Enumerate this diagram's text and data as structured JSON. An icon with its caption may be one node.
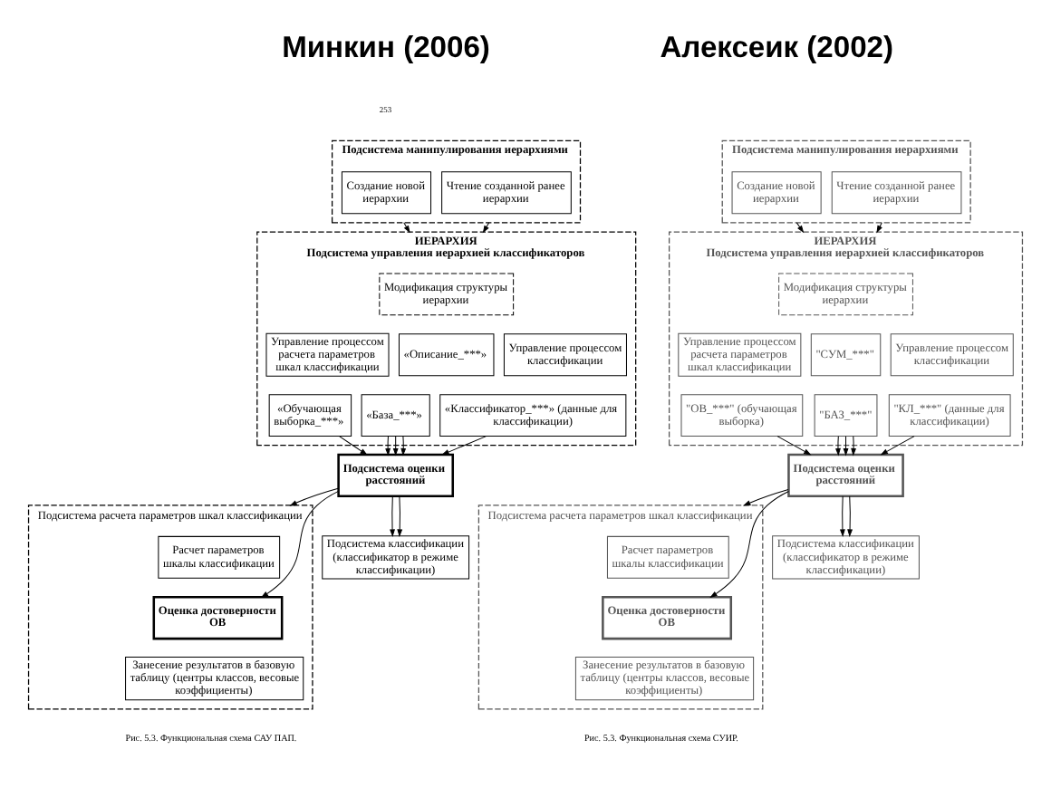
{
  "diagram": {
    "nodes": [
      {
        "text": [
          "Подсистема манипулирования иерархиями"
        ]
      },
      {
        "text": [
          "Создание новой иерархии"
        ],
        "in": 0
      },
      {
        "text": [
          "Чтение созданной ранее иерархии"
        ],
        "in": 0
      },
      {
        "text": [
          "ИЕРАРХИЯ",
          "Подсистема управления иерархией классификаторов"
        ]
      },
      {
        "text": [
          "Модификация структуры иерархии"
        ],
        "in": 3
      },
      {
        "text": [
          "Управление процессом расчета параметров шкал классификации"
        ],
        "in": 3
      },
      {
        "text": [
          "«Описание_***»"
        ],
        "in": 3
      },
      {
        "text": [
          "Управление процессом классификации"
        ],
        "in": 3
      },
      {
        "text": [
          "«База_***»"
        ],
        "in": 3
      },
      {
        "text": [
          "«Обучающая выборка_***»"
        ],
        "in": 3
      },
      {
        "text": [
          "«Классификатор_***» (данные для классификации)"
        ],
        "in": 3
      },
      {
        "text": [
          "Подсистема оценки расстояний"
        ]
      },
      {
        "text": [
          "Подсистема расчета параметров шкал классификации"
        ]
      },
      {
        "text": [
          "Расчет параметров шкалы классификации"
        ],
        "in": 12
      },
      {
        "text": [
          "Оценка достоверности ОВ"
        ],
        "in": 12
      },
      {
        "text": [
          "Занесение результатов в базовую таблицу (центры классов, весовые коэффициенты)"
        ],
        "in": 12
      },
      {
        "text": [
          "Подсистема классификации (классификатор в режиме классификации)"
        ]
      },
      {
        "text": [
          "Подсистема манипулирования иерархиями"
        ]
      },
      {
        "text": [
          "Создание новой иерархии"
        ],
        "in": 17
      },
      {
        "text": [
          "Чтение созданной ранее иерархии"
        ],
        "in": 17
      },
      {
        "text": [
          "ИЕРАРХИЯ",
          "Подсистема управления иерархией классификаторов"
        ]
      },
      {
        "text": [
          "Модификация структуры иерархии"
        ],
        "in": 20
      },
      {
        "text": [
          "Управление процессом расчета параметров шкал классификации"
        ],
        "in": 20
      },
      {
        "text": [
          "\"СУМ_***\""
        ],
        "in": 20
      },
      {
        "text": [
          "Управление процессом классификации"
        ],
        "in": 20
      },
      {
        "text": [
          "\"БАЗ_***\""
        ],
        "in": 20
      },
      {
        "text": [
          "\"ОВ_***\" (обучающая выборка)"
        ],
        "in": 20
      },
      {
        "text": [
          "\"КЛ_***\" (данные для классификации)"
        ],
        "in": 20
      },
      {
        "text": [
          "Подсистема оценки расстояний"
        ]
      },
      {
        "text": [
          "Подсистема расчета параметров шкал классификации"
        ]
      },
      {
        "text": [
          "Расчет параметров шкалы классификации"
        ],
        "in": 29
      },
      {
        "text": [
          "Оценка достоверности ОВ"
        ],
        "in": 29
      },
      {
        "text": [
          "Занесение результатов в базовую таблицу (центры классов, весовые коэффициенты)"
        ],
        "in": 29
      },
      {
        "text": [
          "Подсистема классификации (классификатор в режиме классификации)"
        ]
      }
    ],
    "edges": [
      {
        "from": 0,
        "to": 3,
        "arrow": "to"
      },
      {
        "from": 0,
        "to": 3,
        "arrow": "to"
      },
      {
        "from": 9,
        "to": 11,
        "arrow": "to"
      },
      {
        "from": 8,
        "to": 11,
        "arrow": "to"
      },
      {
        "from": 8,
        "to": 11,
        "arrow": "to"
      },
      {
        "from": 8,
        "to": 11,
        "arrow": "to"
      },
      {
        "from": 10,
        "to": 11,
        "arrow": "to"
      },
      {
        "from": 11,
        "to": 12,
        "arrow": "to"
      },
      {
        "from": 11,
        "to": 14,
        "arrow": "to"
      },
      {
        "from": 11,
        "to": 16,
        "arrow": "to"
      },
      {
        "from": 11,
        "to": 16,
        "arrow": "to"
      },
      {
        "from": 17,
        "to": 20,
        "arrow": "to"
      },
      {
        "from": 17,
        "to": 20,
        "arrow": "to"
      },
      {
        "from": 26,
        "to": 28,
        "arrow": "to"
      },
      {
        "from": 25,
        "to": 28,
        "arrow": "to"
      },
      {
        "from": 25,
        "to": 28,
        "arrow": "to"
      },
      {
        "from": 25,
        "to": 28,
        "arrow": "to"
      },
      {
        "from": 27,
        "to": 28,
        "arrow": "to"
      },
      {
        "from": 28,
        "to": 29,
        "arrow": "to"
      },
      {
        "from": 28,
        "to": 31,
        "arrow": "to"
      },
      {
        "from": 28,
        "to": 33,
        "arrow": "to"
      },
      {
        "from": 28,
        "to": 33,
        "arrow": "to"
      }
    ],
    "labels": [
      "Минкин (2006)",
      "Алексеик (2002)",
      "253",
      "Рис. 5.3. Функциональная схема САУ ПАП.",
      "Рис. 5.3. Функциональная схема СУИР."
    ]
  }
}
